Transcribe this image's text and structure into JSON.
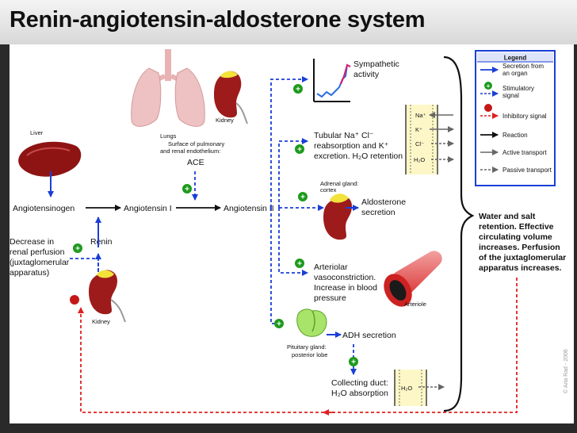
{
  "title": "Renin-angiotensin-aldosterone system",
  "legend": {
    "heading": "Legend",
    "items": [
      {
        "id": "secretion",
        "lines": [
          "Secretion from",
          "an organ"
        ]
      },
      {
        "id": "stimulatory",
        "lines": [
          "Stimulatory",
          "signal"
        ]
      },
      {
        "id": "inhibitory",
        "lines": [
          "Inhibitory signal"
        ]
      },
      {
        "id": "reaction",
        "lines": [
          "Reaction"
        ]
      },
      {
        "id": "active",
        "lines": [
          "Active transport"
        ]
      },
      {
        "id": "passive",
        "lines": [
          "Passive transport"
        ]
      }
    ]
  },
  "organs": {
    "liver": "Liver",
    "lungs": "Lungs",
    "kidney_top": "Kidney",
    "kidney_bottom": "Kidney",
    "adrenal": [
      "Adrenal gland:",
      "cortex"
    ],
    "pituitary": [
      "Pituitary gland:",
      "posterior lobe"
    ],
    "arteriole": "Arteriole"
  },
  "molecules": {
    "angiotensinogen": "Angiotensinogen",
    "angiotensin1": "Angiotensin I",
    "angiotensin2": "Angiotensin II",
    "renin": "Renin",
    "ace": "ACE"
  },
  "labels": {
    "surface": [
      "Surface of pulmonary",
      "and renal endothelium:"
    ],
    "decrease": [
      "Decrease in",
      "renal perfusion",
      "(juxtaglomerular",
      "apparatus)"
    ],
    "sympathetic": [
      "Sympathetic",
      "activity"
    ],
    "tubular": [
      "Tubular Na⁺ Cl⁻",
      "reabsorption and K⁺",
      "excretion. H₂O retention"
    ],
    "aldosterone": [
      "Aldosterone",
      "secretion"
    ],
    "arteriolar": [
      "Arteriolar",
      "vasoconstriction.",
      "Increase in blood",
      "pressure"
    ],
    "adh": "ADH secretion",
    "collecting": [
      "Collecting duct:",
      "H₂O absorption"
    ],
    "outcome": [
      "Water and salt",
      "retention. Effective",
      "circulating volume",
      "increases. Perfusion",
      "of the juxtaglomerular",
      "apparatus increases."
    ],
    "ions": [
      "Na⁺",
      "K⁺",
      "Cl⁻",
      "H₂O"
    ],
    "h2o_box": "H₂O",
    "signal_plus": "+"
  },
  "credit": "© Aria Rad - 2006",
  "colors": {
    "blue": "#1a3fd6",
    "red": "#e02020",
    "green": "#1d9a1d",
    "organ_red": "#9e1b1b",
    "lung_pink": "#e9b3b3"
  }
}
